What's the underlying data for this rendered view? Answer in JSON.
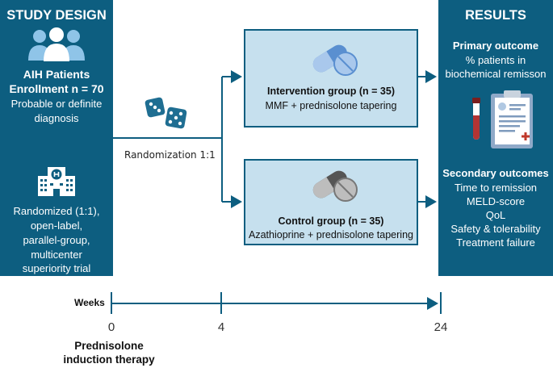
{
  "left_panel": {
    "title": "STUDY DESIGN",
    "patients_label": "AIH Patients",
    "enrollment": "Enrollment n = 70",
    "diagnosis_line1": "Probable or definite",
    "diagnosis_line2": "diagnosis",
    "design_lines": [
      "Randomized (1:1),",
      "open-label,",
      "parallel-group,",
      "multicenter",
      "superiority trial"
    ]
  },
  "randomization": {
    "label": "Randomization 1:1"
  },
  "intervention": {
    "title": "Intervention group (n = 35)",
    "treatment": "MMF + prednisolone tapering"
  },
  "control": {
    "title_bold": "Control group",
    "title_rest": " (n = 35)",
    "treatment": "Azathioprine + prednisolone tapering"
  },
  "results": {
    "title": "RESULTS",
    "primary_title": "Primary outcome",
    "primary_lines": [
      "% patients in",
      "biochemical remisson"
    ],
    "secondary_title": "Secondary outcomes",
    "secondary_lines": [
      "Time to remission",
      "MELD-score",
      "QoL",
      "Safety & tolerability",
      "Treatment failure"
    ]
  },
  "timeline": {
    "label": "Weeks",
    "ticks": [
      "0",
      "4",
      "24"
    ],
    "induction_line1": "Prednisolone",
    "induction_line2": "induction therapy"
  },
  "colors": {
    "panel": "#0d5e80",
    "box_fill": "#c6e0ee",
    "accent_red": "#c0392b"
  },
  "icons": [
    "people-icon",
    "dice-icon",
    "hospital-icon",
    "pills-icon",
    "capsule-icon",
    "test-tube-icon",
    "clipboard-icon"
  ]
}
